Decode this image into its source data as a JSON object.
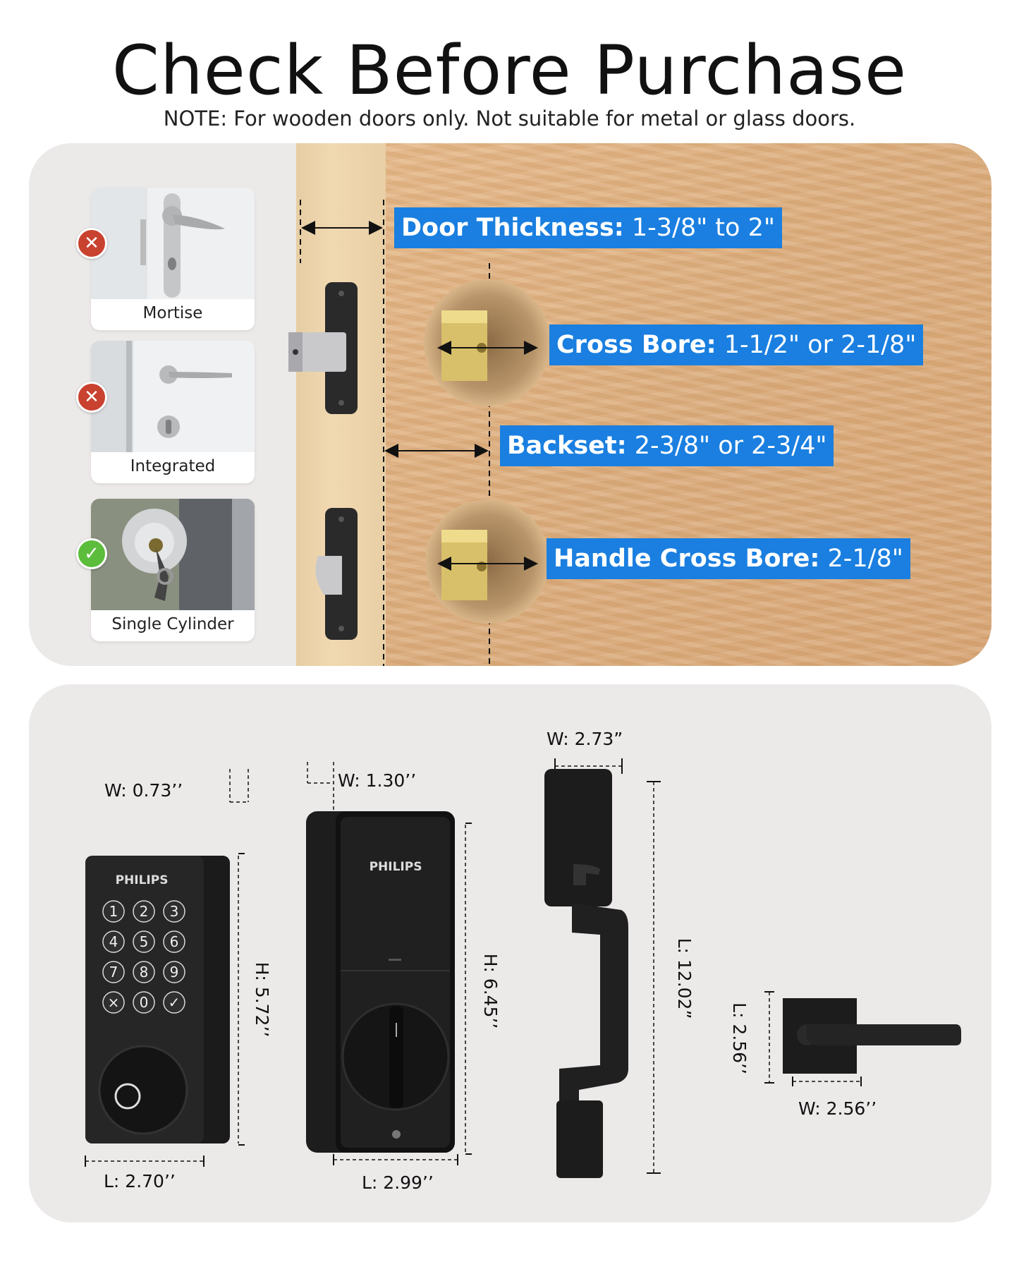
{
  "title": "Check Before Purchase",
  "note": "NOTE: For wooden doors only. Not suitable for metal or glass doors.",
  "lock_types": [
    {
      "label": "Mortise",
      "status": "not-suitable",
      "status_icon": "close-icon",
      "color": "#c9412f"
    },
    {
      "label": "Integrated",
      "status": "not-suitable",
      "status_icon": "close-icon",
      "color": "#c9412f"
    },
    {
      "label": "Single Cylinder",
      "status": "suitable",
      "status_icon": "check-icon",
      "color": "#5cbd3c"
    }
  ],
  "door_specs": {
    "thickness": {
      "name": "Door Thickness:",
      "value": "1-3/8\" to 2\""
    },
    "cross_bore": {
      "name": "Cross Bore:",
      "value": "1-1/2\" or 2-1/8\""
    },
    "backset": {
      "name": "Backset:",
      "value": "2-3/8\" or 2-3/4\""
    },
    "handle_cross_bore": {
      "name": "Handle Cross Bore:",
      "value": "2-1/8\""
    }
  },
  "callout_color": "#1a7fe0",
  "products": {
    "keypad": {
      "brand": "PHILIPS",
      "keys": [
        "1",
        "2",
        "3",
        "4",
        "5",
        "6",
        "7",
        "8",
        "9",
        "×",
        "0",
        "✓"
      ],
      "width": "W: 0.73’’",
      "height": "H: 5.72’’",
      "length": "L: 2.70’’"
    },
    "interior": {
      "brand": "PHILIPS",
      "width": "W: 1.30’’",
      "height": "H: 6.45’’",
      "length": "L: 2.99’’"
    },
    "handle": {
      "width": "W: 2.73”",
      "length": "L: 12.02”"
    },
    "lever": {
      "length": "L: 2.56’’",
      "width": "W: 2.56’’"
    }
  }
}
